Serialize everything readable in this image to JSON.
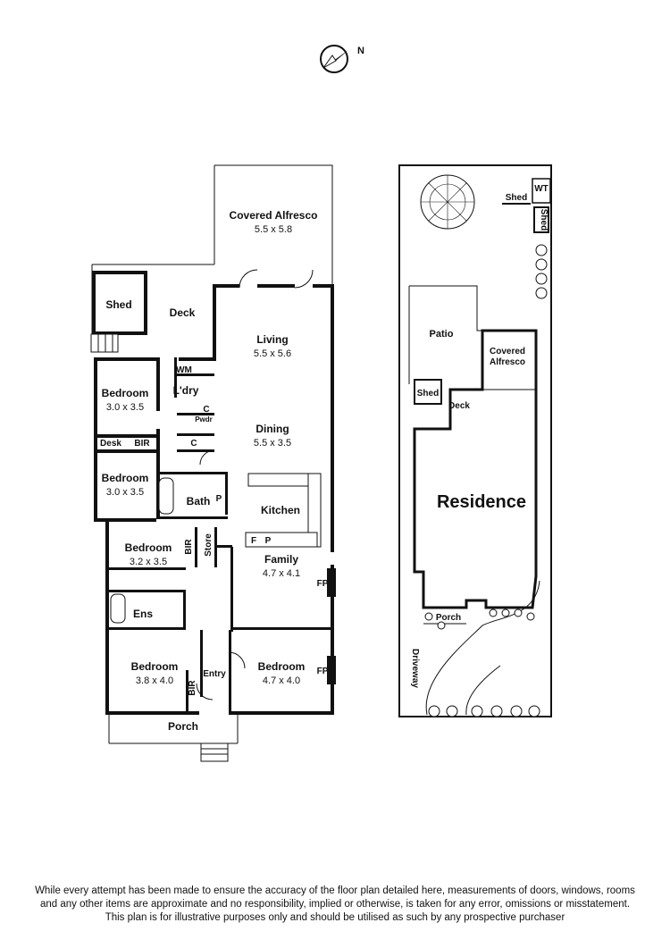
{
  "compass": {
    "label": "N",
    "icon": "compass-icon"
  },
  "ground_floor": {
    "rooms": [
      {
        "id": "covered-alfresco",
        "name": "Covered Alfresco",
        "dims": "5.5 x 5.8"
      },
      {
        "id": "shed",
        "name": "Shed"
      },
      {
        "id": "deck",
        "name": "Deck"
      },
      {
        "id": "living",
        "name": "Living",
        "dims": "5.5 x 5.6"
      },
      {
        "id": "wm",
        "name": "WM"
      },
      {
        "id": "laundry",
        "name": "L'dry"
      },
      {
        "id": "bedroom-1",
        "name": "Bedroom",
        "dims": "3.0 x 3.5"
      },
      {
        "id": "powder",
        "name": "Pwdr"
      },
      {
        "id": "dining",
        "name": "Dining",
        "dims": "5.5 x 3.5"
      },
      {
        "id": "desk",
        "name": "Desk"
      },
      {
        "id": "bir-1",
        "name": "BIR"
      },
      {
        "id": "bedroom-2",
        "name": "Bedroom",
        "dims": "3.0 x 3.5"
      },
      {
        "id": "bath",
        "name": "Bath"
      },
      {
        "id": "kitchen",
        "name": "Kitchen"
      },
      {
        "id": "bedroom-3",
        "name": "Bedroom",
        "dims": "3.2 x 3.5"
      },
      {
        "id": "bir-2",
        "name": "BIR"
      },
      {
        "id": "store",
        "name": "Store"
      },
      {
        "id": "family",
        "name": "Family",
        "dims": "4.7 x 4.1"
      },
      {
        "id": "ensuite",
        "name": "Ens"
      },
      {
        "id": "bedroom-4",
        "name": "Bedroom",
        "dims": "3.8 x 4.0"
      },
      {
        "id": "bir-3",
        "name": "BIR"
      },
      {
        "id": "entry",
        "name": "Entry"
      },
      {
        "id": "bedroom-5",
        "name": "Bedroom",
        "dims": "4.7 x 4.0"
      },
      {
        "id": "porch",
        "name": "Porch"
      }
    ],
    "markers": {
      "c": "C",
      "p": "P",
      "f": "F",
      "fp": "FP"
    }
  },
  "site_plan": {
    "labels": {
      "shed_rear": "Shed",
      "wt": "WT",
      "shed_side": "Shed",
      "patio": "Patio",
      "covered_alfresco": "Covered Alfresco",
      "shed": "Shed",
      "deck": "Deck",
      "residence": "Residence",
      "porch": "Porch",
      "driveway": "Driveway"
    }
  },
  "disclaimer": {
    "lines": [
      "While every attempt has been made to ensure the accuracy of the floor plan detailed here, measurements of doors, windows, rooms",
      "and any other items are approximate and no responsibility, implied or otherwise, is taken for any error, omissions or misstatement.",
      "This plan is for illustrative purposes only and should be utilised as such by any prospective purchaser"
    ]
  }
}
